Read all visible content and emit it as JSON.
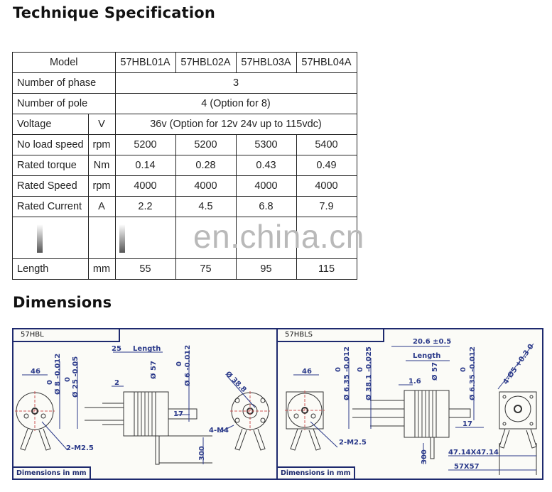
{
  "headings": {
    "spec": "Technique Specification",
    "dimensions": "Dimensions"
  },
  "spec_table": {
    "header": {
      "label": "Model",
      "models": [
        "57HBL01A",
        "57HBL02A",
        "57HBL03A",
        "57HBL04A"
      ]
    },
    "rows": [
      {
        "label": "Number of phase",
        "unit": "",
        "span_value": "3"
      },
      {
        "label": "Number of pole",
        "unit": "",
        "span_value": "4 (Option for 8)"
      },
      {
        "label": "Voltage",
        "unit": "V",
        "span_value": "36v (Option for 12v 24v up to 115vdc)"
      },
      {
        "label": "No load speed",
        "unit": "rpm",
        "values": [
          "5200",
          "5200",
          "5300",
          "5400"
        ]
      },
      {
        "label": "Rated torque",
        "unit": "Nm",
        "values": [
          "0.14",
          "0.28",
          "0.43",
          "0.49"
        ]
      },
      {
        "label": "Rated Speed",
        "unit": "rpm",
        "values": [
          "4000",
          "4000",
          "4000",
          "4000"
        ]
      },
      {
        "label": "Rated Current",
        "unit": "A",
        "values": [
          "2.2",
          "4.5",
          "6.8",
          "7.9"
        ]
      },
      {
        "label": "Length",
        "unit": "mm",
        "values": [
          "55",
          "75",
          "95",
          "115"
        ]
      }
    ]
  },
  "watermark": "en.china.cn",
  "drawings": [
    {
      "tag": "57HBL",
      "footer": "Dimensions in mm",
      "dims": {
        "front_width": "46",
        "shaft_tol_0": "0",
        "shaft": "Ø 8 -0.012",
        "boss_tol_0": "0",
        "boss": "Ø 25 -0.05",
        "boss_len": "25",
        "length": "Length",
        "flange": "2",
        "body_dia": "Ø 57",
        "rear_shaft_tol_0": "0",
        "rear_shaft": "Ø 6 -0.012",
        "rear_shaft_len": "17",
        "lead_len": "300",
        "bolt_circle": "Ø 38.8",
        "rear_screws": "4-M4",
        "front_screws": "2-M2.5"
      }
    },
    {
      "tag": "57HBLS",
      "footer": "Dimensions in mm",
      "dims": {
        "front_width": "46",
        "shaft_tol_0": "0",
        "shaft": "Ø 6.35 -0.012",
        "boss_tol_0": "0",
        "boss": "Ø 38.1 -0.025",
        "boss_len": "20.6 ±0.5",
        "length": "Length",
        "flange": "1.6",
        "body_dia": "Ø 57",
        "rear_shaft_tol_0": "0",
        "rear_shaft": "Ø 6.35 -0.012",
        "rear_shaft_len": "17",
        "lead_len": "300",
        "mount_holes": "4-Ø5 +0.3 0",
        "hole_spacing": "47.14X47.14",
        "frame_size": "57X57",
        "front_screws": "2-M2.5"
      }
    }
  ]
}
